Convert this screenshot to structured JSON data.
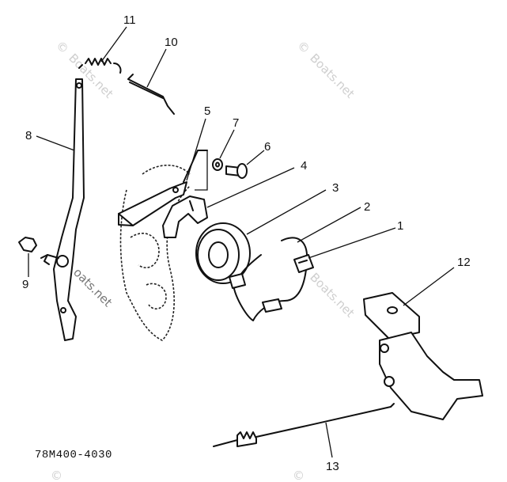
{
  "diagram": {
    "callouts": {
      "c1": "1",
      "c2": "2",
      "c3": "3",
      "c4": "4",
      "c5": "5",
      "c6": "6",
      "c7": "7",
      "c8": "8",
      "c9": "9",
      "c10": "10",
      "c11": "11",
      "c12": "12",
      "c13": "13"
    },
    "diagram_code": "78M400-4030",
    "watermark": {
      "brand_short": "Boats.net",
      "brand_partial": "oats.net",
      "copyright_symbol": "©"
    }
  }
}
